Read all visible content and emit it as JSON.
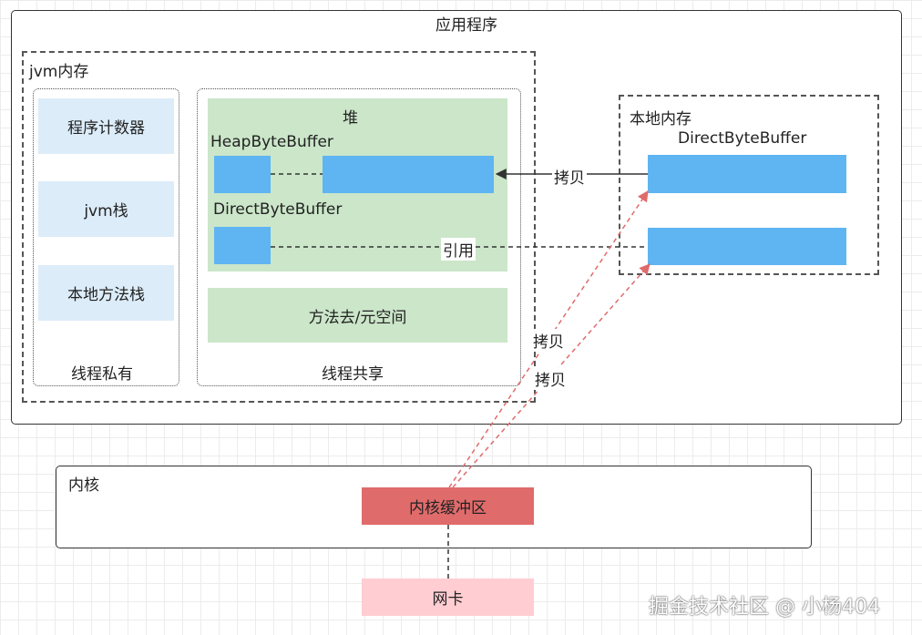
{
  "app": {
    "title": "应用程序"
  },
  "jvm": {
    "title": "jvm内存",
    "private": {
      "items": [
        "程序计数器",
        "jvm栈",
        "本地方法栈"
      ],
      "label": "线程私有"
    },
    "shared": {
      "heap": {
        "title": "堆",
        "heap_buffer": "HeapByteBuffer",
        "direct_buffer": "DirectByteBuffer"
      },
      "method_area": "方法去/元空间",
      "label": "线程共享"
    }
  },
  "native": {
    "title": "本地内存",
    "buffer": "DirectByteBuffer"
  },
  "edges": {
    "copy": "拷贝",
    "reference": "引用",
    "copy_a": "拷贝",
    "copy_b": "拷贝"
  },
  "kernel": {
    "title": "内核",
    "buffer": "内核缓冲区"
  },
  "nic": "网卡",
  "colors": {
    "buffer_blue": "#5eb5f2",
    "kernel_red": "#e06b6b",
    "nic_pink": "#ffcdd2",
    "green": "#cbe6c9",
    "light_blue": "#dcecf9"
  },
  "watermark": "掘金技术社区 @ 小杨404"
}
